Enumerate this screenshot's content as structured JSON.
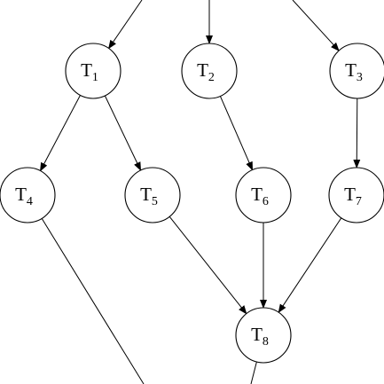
{
  "diagram": {
    "colors": {
      "stroke": "#000000",
      "background": "#ffffff",
      "node_fill": "#ffffff"
    },
    "nodes": [
      {
        "id": "T1",
        "letter": "T",
        "sub": "1"
      },
      {
        "id": "T2",
        "letter": "T",
        "sub": "2"
      },
      {
        "id": "T3",
        "letter": "T",
        "sub": "3"
      },
      {
        "id": "T4",
        "letter": "T",
        "sub": "4"
      },
      {
        "id": "T5",
        "letter": "T",
        "sub": "5"
      },
      {
        "id": "T6",
        "letter": "T",
        "sub": "6"
      },
      {
        "id": "T7",
        "letter": "T",
        "sub": "7"
      },
      {
        "id": "T8",
        "letter": "T",
        "sub": "8"
      }
    ],
    "edges": [
      {
        "from": null,
        "to": "T1",
        "arrow": true
      },
      {
        "from": null,
        "to": "T2",
        "arrow": true
      },
      {
        "from": null,
        "to": "T3",
        "arrow": true
      },
      {
        "from": "T1",
        "to": "T4",
        "arrow": true
      },
      {
        "from": "T1",
        "to": "T5",
        "arrow": true
      },
      {
        "from": "T2",
        "to": "T6",
        "arrow": true
      },
      {
        "from": "T3",
        "to": "T7",
        "arrow": true
      },
      {
        "from": "T5",
        "to": "T8",
        "arrow": true
      },
      {
        "from": "T6",
        "to": "T8",
        "arrow": true
      },
      {
        "from": "T7",
        "to": "T8",
        "arrow": true
      },
      {
        "from": "T4",
        "to": null,
        "arrow": false
      },
      {
        "from": "T8",
        "to": null,
        "arrow": false
      }
    ]
  }
}
